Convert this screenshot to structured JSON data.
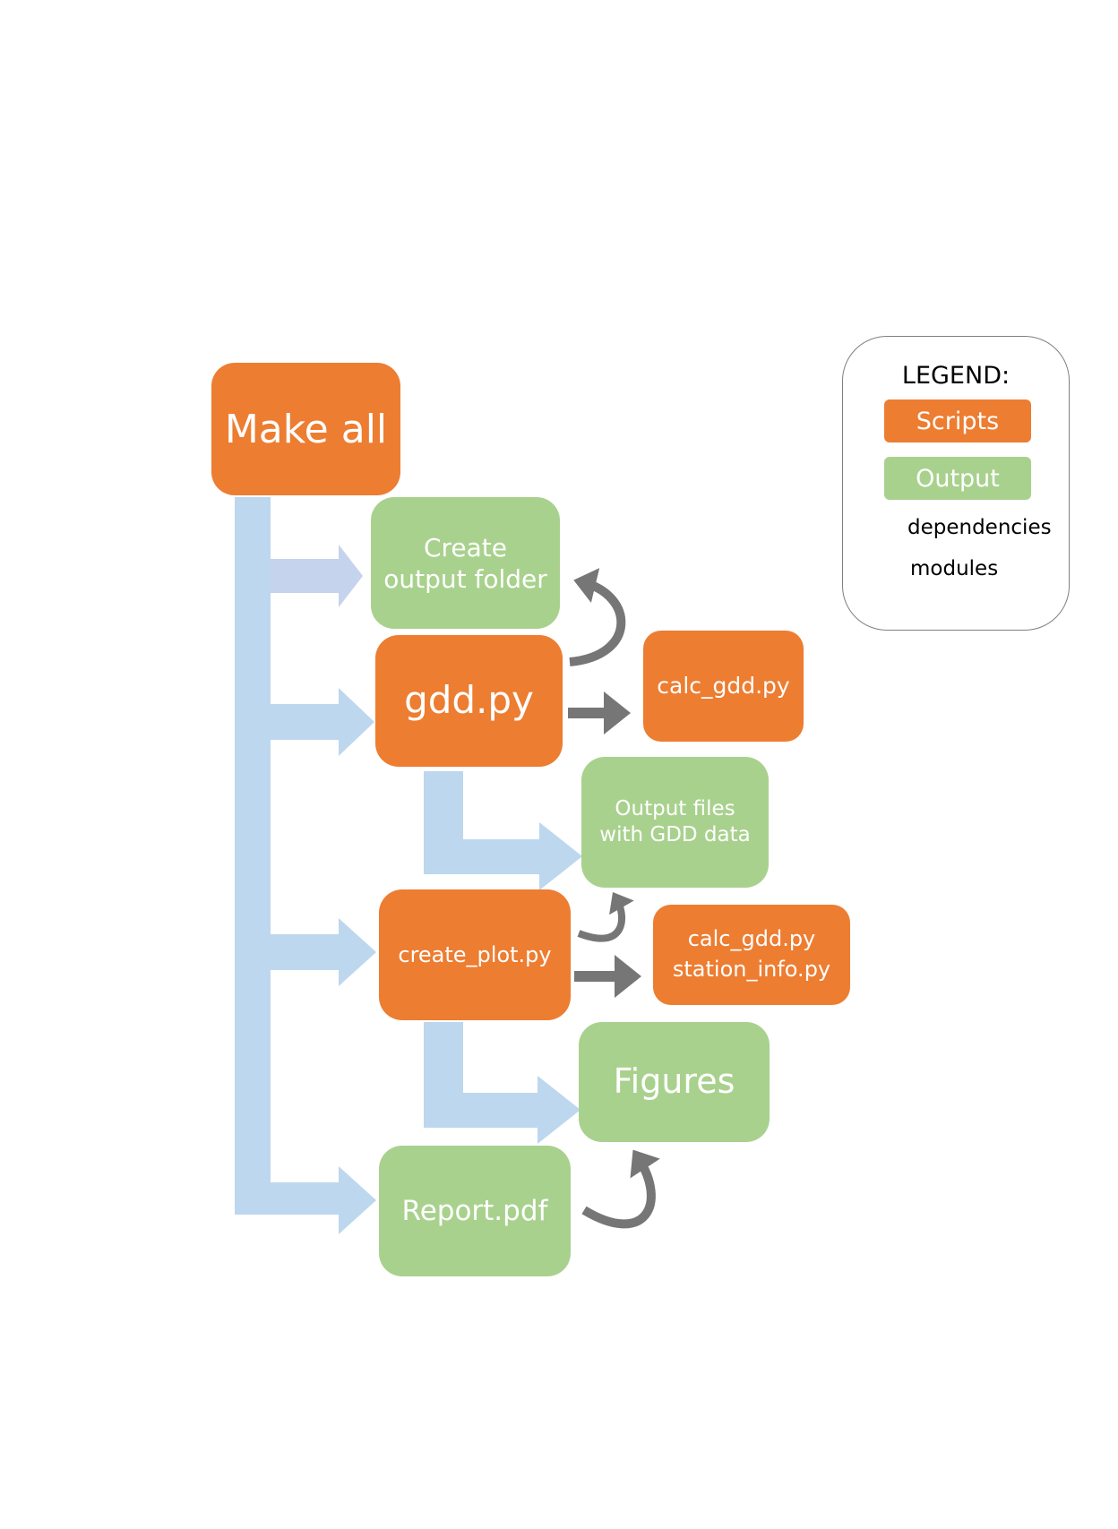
{
  "colors": {
    "script": "#ED7D31",
    "output": "#A9D18E",
    "flow_arrow": "#BDD7EE",
    "flow_arrow_first": "#C5D3EC",
    "dependency_arrow": "#767676"
  },
  "nodes": {
    "make_all": "Make all",
    "create_output_folder": "Create\noutput folder",
    "gdd_py": "gdd.py",
    "calc_gdd_py": "calc_gdd.py",
    "output_files": "Output files\nwith GDD data",
    "create_plot_py": "create_plot.py",
    "calc_station_modules": "calc_gdd.py\nstation_info.py",
    "figures": "Figures",
    "report_pdf": "Report.pdf"
  },
  "legend": {
    "title": "LEGEND:",
    "scripts": "Scripts",
    "output": "Output",
    "dependencies": "dependencies",
    "modules": "modules",
    "dependencies_icon": "curved-arrow-icon",
    "modules_icon": "straight-arrow-icon"
  }
}
